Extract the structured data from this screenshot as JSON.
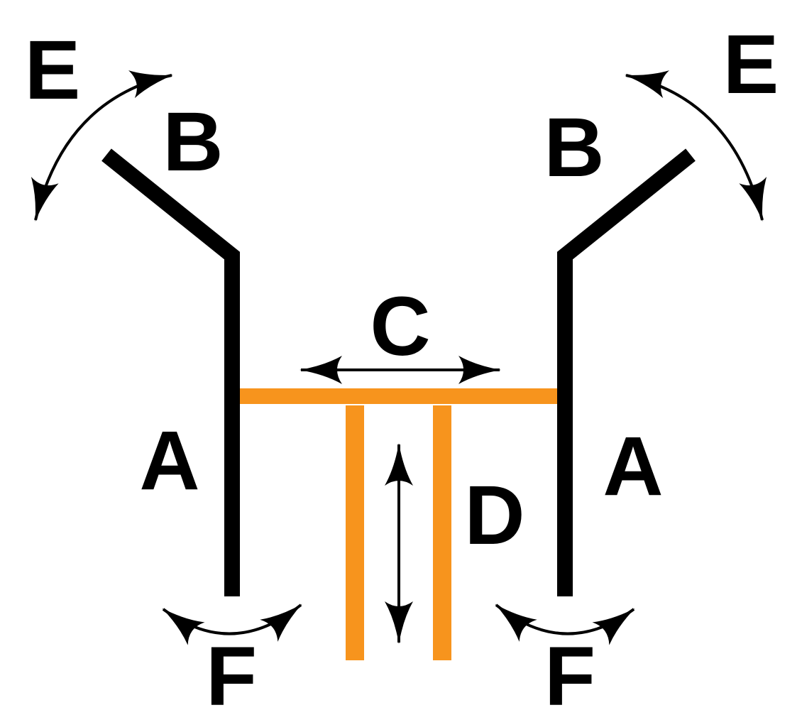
{
  "labels": {
    "a_left": "A",
    "a_right": "A",
    "b_left": "B",
    "b_right": "B",
    "c": "C",
    "d": "D",
    "e_left": "E",
    "e_right": "E",
    "f_left": "F",
    "f_right": "F"
  },
  "colors": {
    "frame": "#000000",
    "crossbar": "#f7941d",
    "arrows": "#000000",
    "background": "#ffffff"
  }
}
